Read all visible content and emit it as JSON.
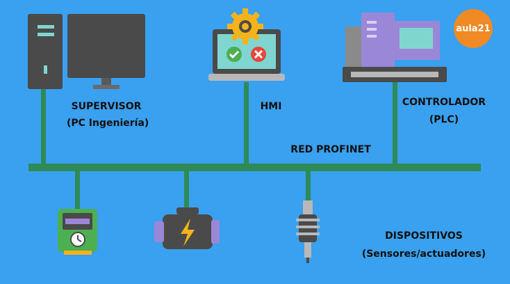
{
  "logo": {
    "text": "aula21",
    "color": "#f08a24"
  },
  "network": {
    "name": "RED PROFINET",
    "bus_color": "#2e8b57"
  },
  "nodes": {
    "supervisor": {
      "title": "SUPERVISOR",
      "subtitle": "(PC Ingeniería)",
      "icon": "desktop-computer-icon"
    },
    "hmi": {
      "title": "HMI",
      "icon": "laptop-gear-icon"
    },
    "controller": {
      "title": "CONTROLADOR",
      "subtitle": "(PLC)",
      "icon": "plc-rack-icon"
    }
  },
  "devices": {
    "title": "DISPOSITIVOS",
    "subtitle": "(Sensores/actuadores)",
    "items": [
      {
        "icon": "power-meter-icon"
      },
      {
        "icon": "motor-engine-icon"
      },
      {
        "icon": "sensor-probe-icon"
      }
    ]
  },
  "colors": {
    "background": "#3aa0f0",
    "device_dark": "#4a4a4a",
    "screen_teal": "#7fd6d0",
    "plc_purple": "#9b87d8",
    "gear_yellow": "#f5b31b",
    "check_green": "#4caf50",
    "cross_red": "#e8453c"
  }
}
